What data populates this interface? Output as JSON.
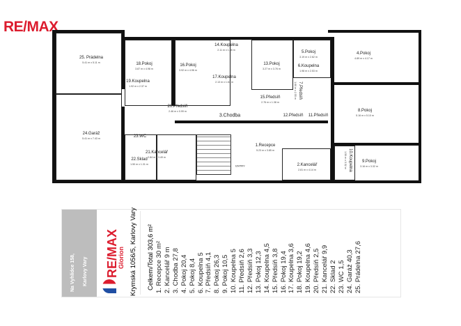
{
  "brand": {
    "logo": "RE/MAX",
    "sub": "Glorion",
    "color": "#dc1c2e"
  },
  "rooms": [
    {
      "name": "25. Prádelna",
      "dim": "5.41 m x 5.11 m"
    },
    {
      "name": "24.Garáž",
      "dim": "5.41 m x 7.43 m"
    },
    {
      "name": "18.Pokoj",
      "dim": "3.87 m x 4.98 m"
    },
    {
      "name": "19.Koupelna",
      "dim": "1.92 m x 2.37 m"
    },
    {
      "name": "16.Pokoj",
      "dim": "3.92 m x 4.96 m"
    },
    {
      "name": "14.Koupelna",
      "dim": "2.11 m x 1.45 m"
    },
    {
      "name": "17.Koupelna",
      "dim": "2.13 m x 1.67 m"
    },
    {
      "name": "13.Pokoj",
      "dim": "3.27 m x 3.76 m"
    },
    {
      "name": "5.Pokoj",
      "dim": "3.19 m x 2.62 m"
    },
    {
      "name": "6.Koupelna",
      "dim": "1.98 m x 2.53 m"
    },
    {
      "name": "4.Pokoj",
      "dim": "4.89 m x 4.17 m"
    },
    {
      "name": "7.Předsíň",
      "dim": "1.60 m x 2.55 m"
    },
    {
      "name": "15.Předsíň",
      "dim": "2.76 m x 1.38 m"
    },
    {
      "name": "20.Předsíň",
      "dim": "2.46 m x 0.99 m"
    },
    {
      "name": "3.Chodba",
      "dim": ""
    },
    {
      "name": "12.Předsíň",
      "dim": ""
    },
    {
      "name": "11.Předsíň",
      "dim": ""
    },
    {
      "name": "8.Pokoj",
      "dim": "5.16 m x 5.10 m"
    },
    {
      "name": "23.WC",
      "dim": ""
    },
    {
      "name": "22.Sklad",
      "dim": "1.50 m x 1.31 m"
    },
    {
      "name": "21.Kancelář",
      "dim": "2.84 m x 3.49 m"
    },
    {
      "name": "1.Recepce",
      "dim": "5.23 m x 3.85 m"
    },
    {
      "name": "2.Kancelář",
      "dim": "2.81 m x 4.14 m"
    },
    {
      "name": "10.Koupelna",
      "dim": "1.50 m x 3.32 m"
    },
    {
      "name": "9.Pokoj",
      "dim": "3.16 m x 3.32 m"
    }
  ],
  "entry": "ENTRY",
  "legend": {
    "location": "Na Vyhlídce 158,",
    "city": "Karlovy Vary",
    "address": "Krymská 1056/5, Karlovy Vary",
    "total": "Celkem/Total  303,6 m²",
    "items": [
      "1.  Recepce 30 m²",
      "2.  Kancelář 9 m",
      "3.  Chodba 27,8",
      "4.  Pokoj 20,4",
      "5.  Pokoj 8,4",
      "6.  Koupelna 5",
      "7.  Předsíň 4,1",
      "8.  Pokoj 26,3",
      "9.  Pokoj 10,5",
      "10.  Koupelna 5",
      "11.  Předsíň 2,6",
      "12.  Předsíň 3,3",
      "13.  Pokoj 12,3",
      "14.  Koupelna 4,5",
      "15.  Předsíň 3,8",
      "16.  Pokoj 19,4",
      "17.  Koupelna 3,6",
      "18.  Pokoj 19,2",
      "19.  Koupelna 4,6",
      "20.  Předsíň 2,5",
      "21.  Kancelář 9,9",
      "22.  Sklad 2",
      "23.  WC 1,5",
      "24.  Garáž 40,3",
      "25.  Prádelna 27,6"
    ]
  }
}
